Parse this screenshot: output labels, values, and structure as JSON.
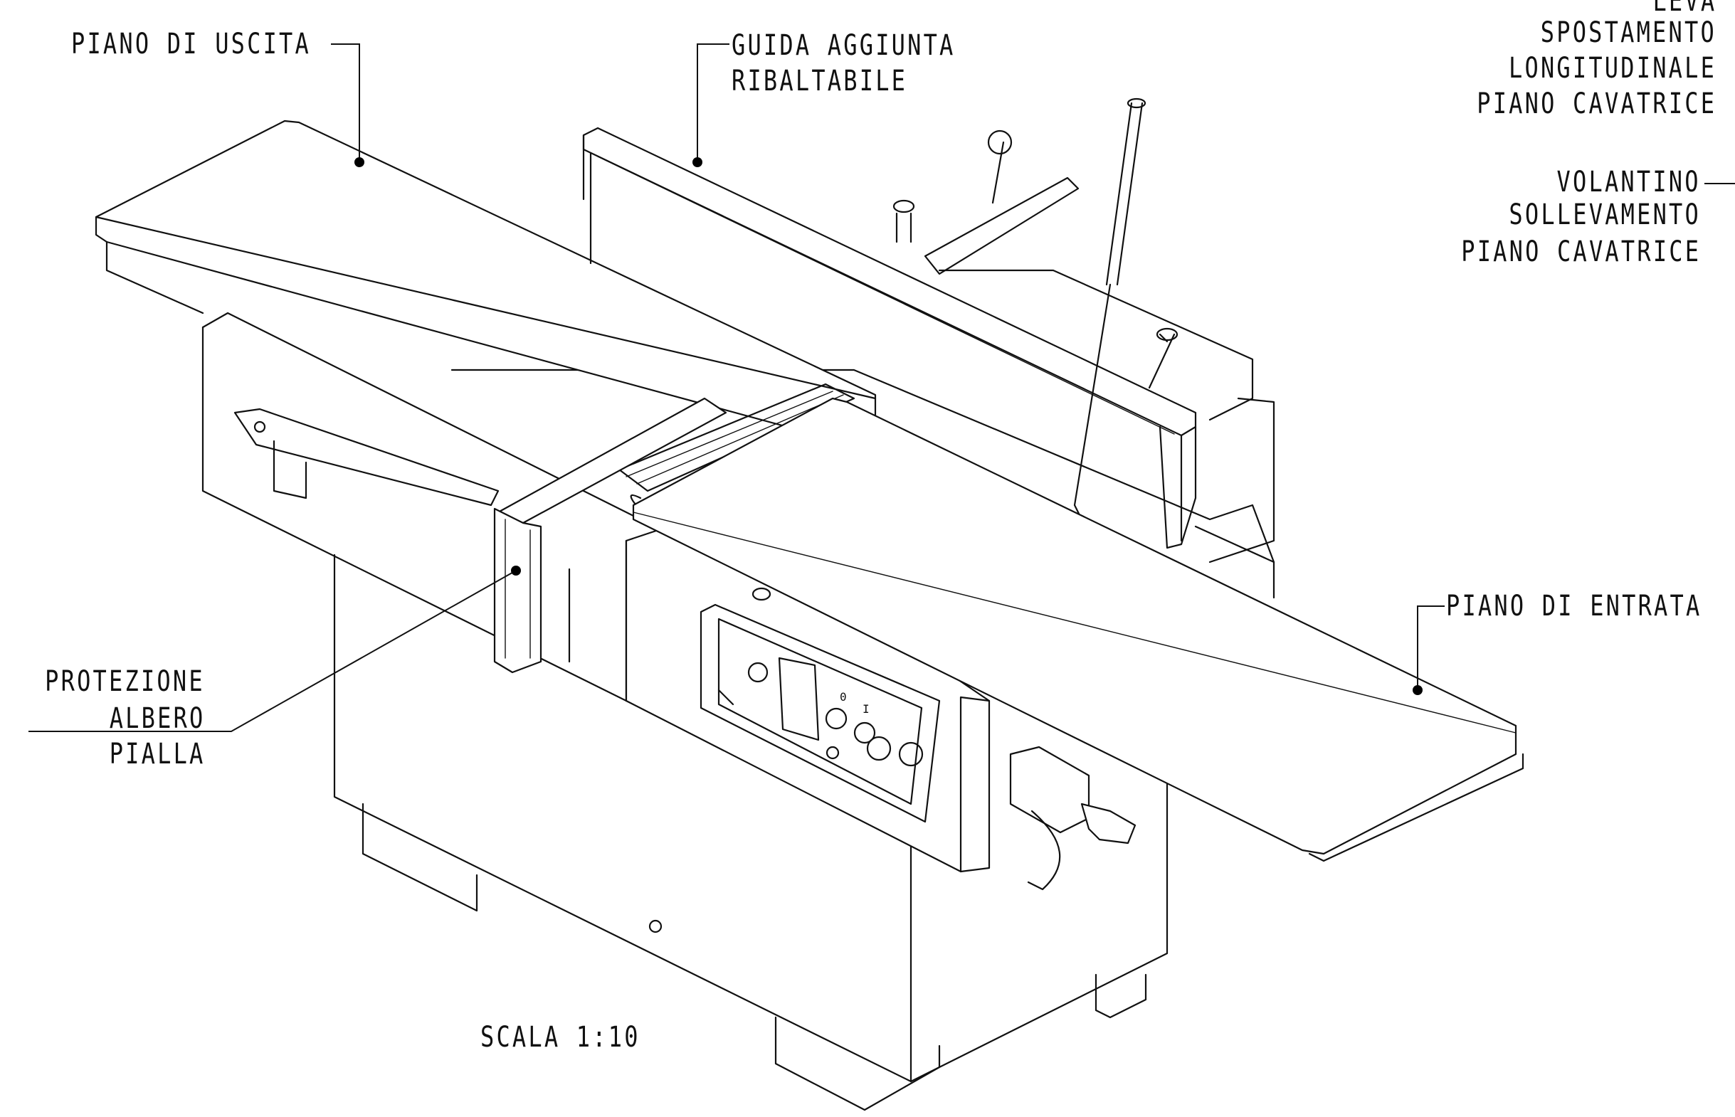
{
  "labels": {
    "piano_uscita": "PIANO DI USCITA",
    "guida_l1": "GUIDA AGGIUNTA",
    "guida_l2": "RIBALTABILE",
    "leva_l1": "LEVA",
    "leva_l2": "SPOSTAMENTO",
    "leva_l3": "LONGITUDINALE",
    "leva_l4": "PIANO CAVATRICE",
    "volantino_l1": "VOLANTINO",
    "volantino_l2": "SOLLEVAMENTO",
    "volantino_l3": "PIANO CAVATRICE",
    "piano_entrata": "PIANO DI ENTRATA",
    "protezione_l1": "PROTEZIONE",
    "protezione_l2": "ALBERO",
    "protezione_l3": "PIALLA",
    "scala": "SCALA 1:10"
  },
  "panel": {
    "label_0": "0",
    "label_1": "I"
  }
}
